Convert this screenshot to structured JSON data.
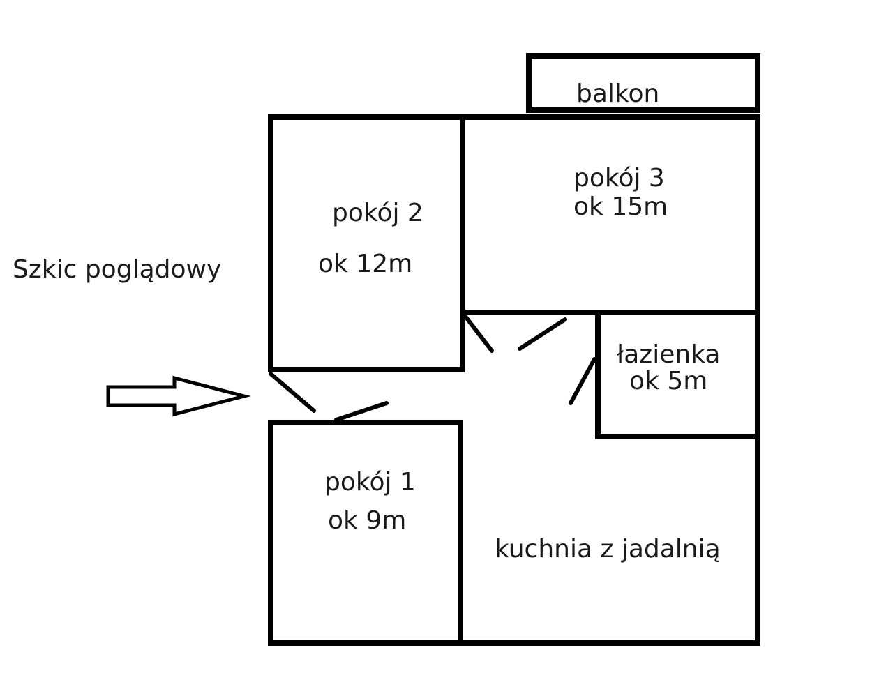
{
  "caption": "Szkic poglądowy",
  "rooms": {
    "balcony": {
      "name": "balkon"
    },
    "room2": {
      "name": "pokój 2",
      "area": "ok 12m"
    },
    "room3": {
      "name": "pokój 3",
      "area": "ok 15m"
    },
    "bathroom": {
      "name": "łazienka",
      "area": "ok 5m"
    },
    "room1": {
      "name": "pokój 1",
      "area": "ok 9m"
    },
    "kitchen": {
      "name": "kuchnia z jadalnią"
    }
  },
  "colors": {
    "line": "#000000",
    "background": "#ffffff"
  },
  "icons": {
    "entrance": "entrance-arrow-icon"
  }
}
